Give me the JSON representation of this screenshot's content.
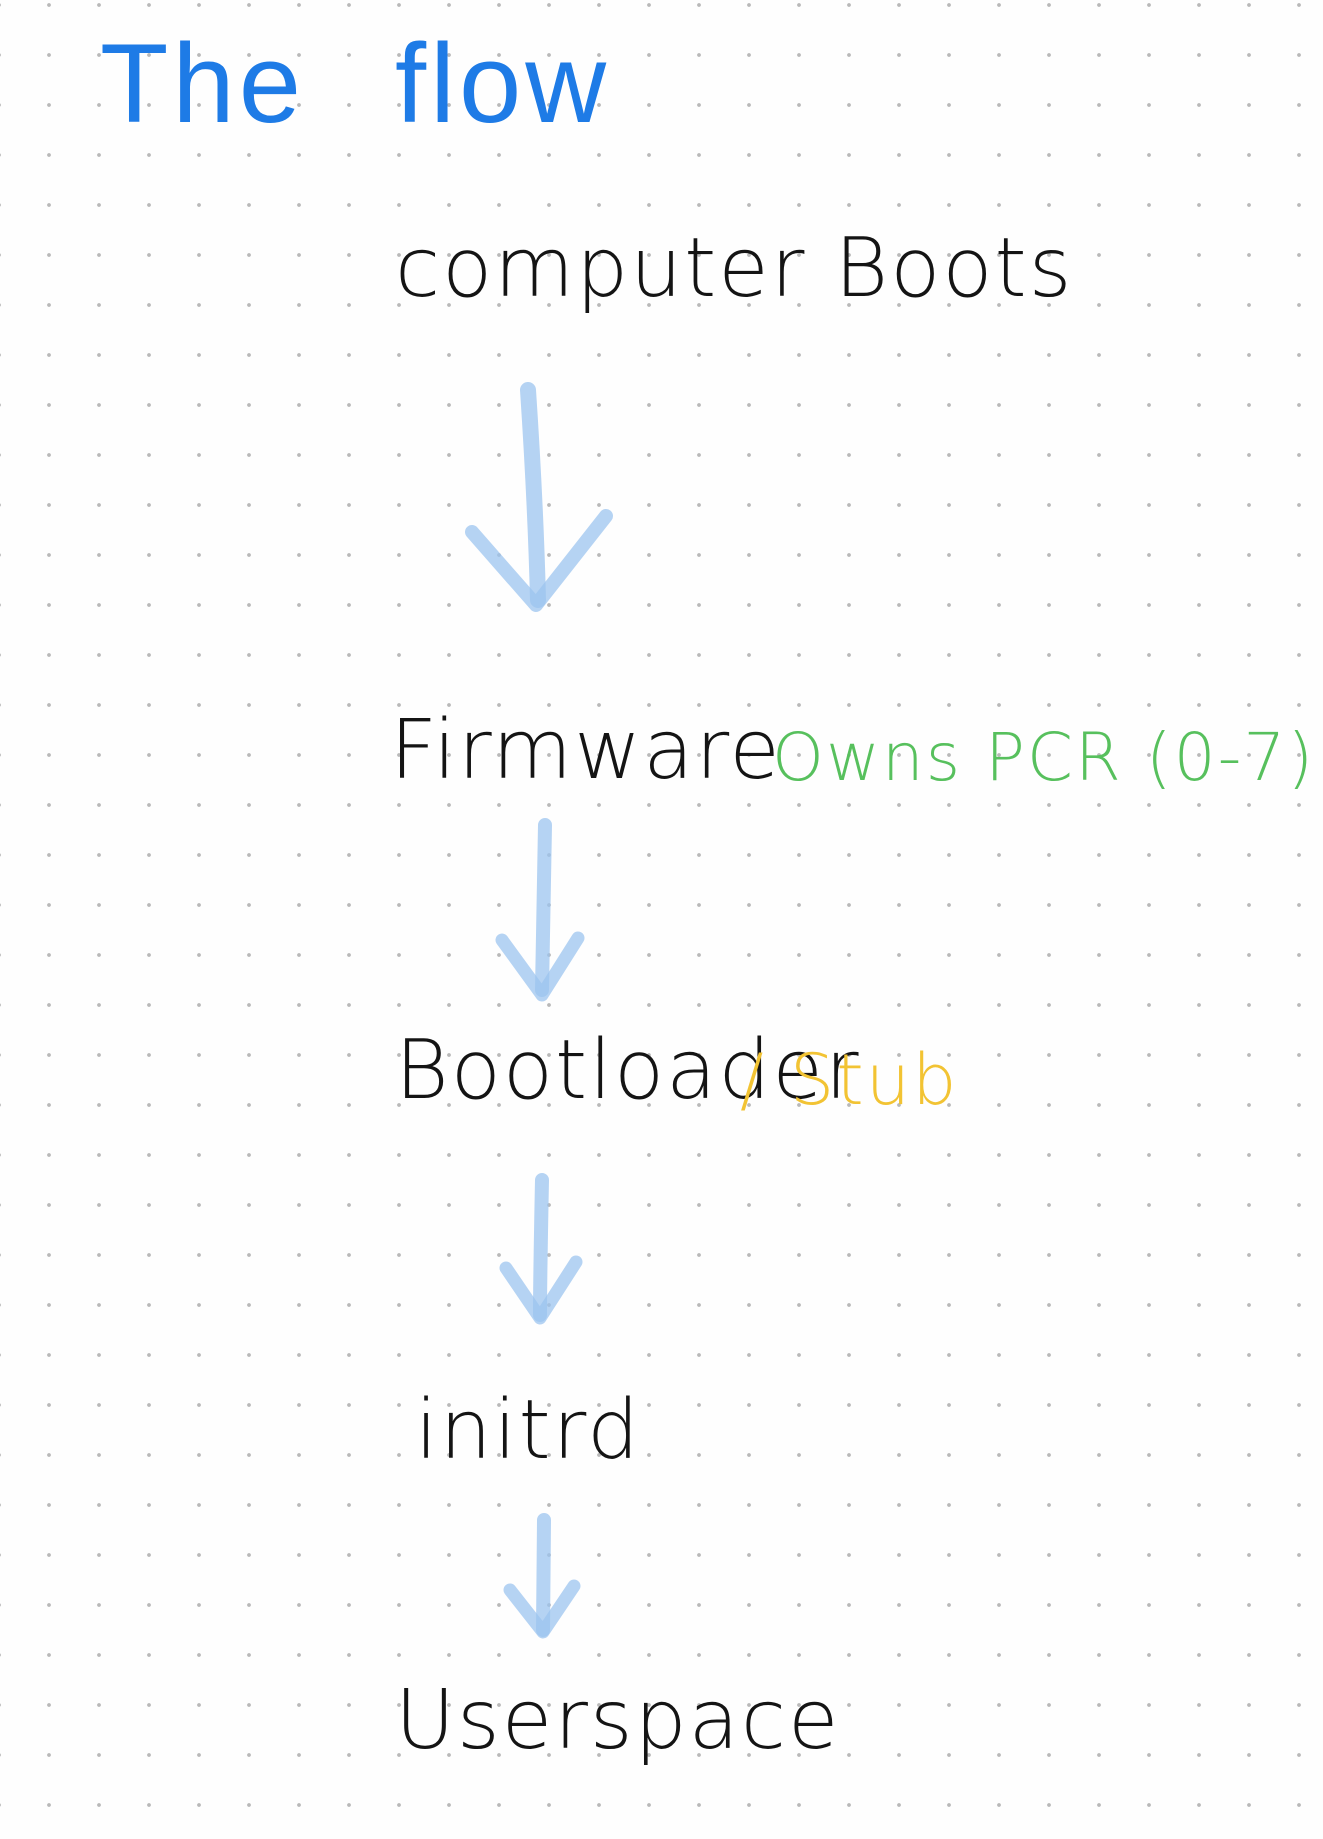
{
  "title": {
    "word1": "The",
    "word2": "flow"
  },
  "steps": [
    "computer Boots",
    "Firmware",
    "Bootloader",
    "initrd",
    "Userspace"
  ],
  "annotations": {
    "firmware_note": "Owns PCR (0-7)",
    "bootloader_note": "/ Stub"
  },
  "colors": {
    "title": "#1e7be6",
    "text": "#141414",
    "arrows": "#9cc4ef",
    "firmware_note": "#57c05d",
    "bootloader_note": "#f2c333",
    "grid_dots": "#b9b9b9",
    "background": "#fefefe"
  }
}
